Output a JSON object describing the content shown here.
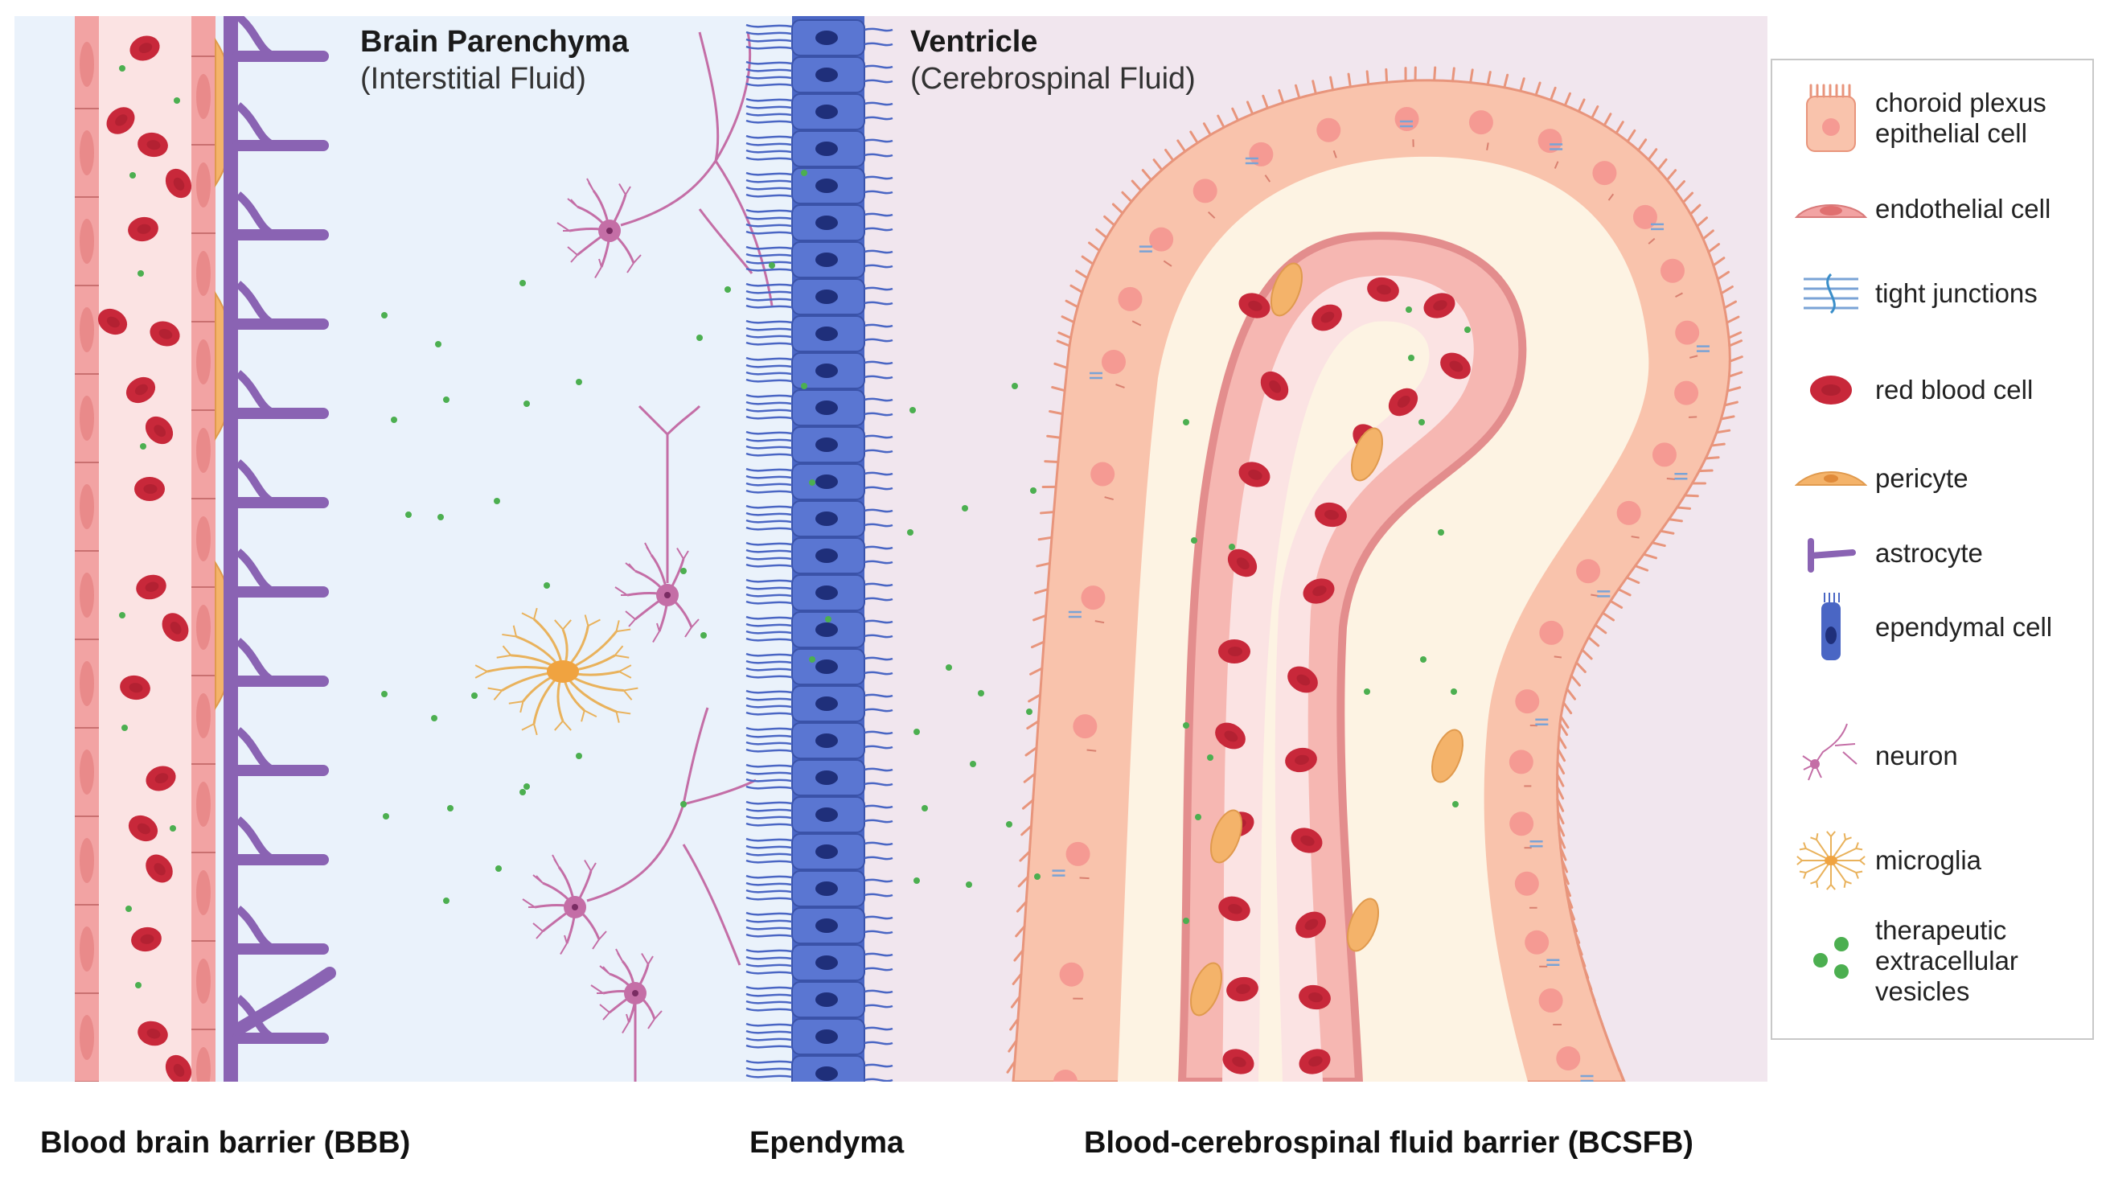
{
  "regions": {
    "parenchyma": {
      "title": "Brain Parenchyma",
      "subtitle": "(Interstitial Fluid)"
    },
    "ventricle": {
      "title": "Ventricle",
      "subtitle": "(Cerebrospinal Fluid)"
    }
  },
  "bottom_labels": {
    "bbb": "Blood brain barrier (BBB)",
    "ependyma": "Ependyma",
    "bcsfb": "Blood-cerebrospinal fluid barrier (BCSFB)"
  },
  "legend": {
    "items": [
      {
        "icon": "choroid-plexus-epithelial-cell-icon",
        "lines": [
          "choroid plexus",
          "epithelial cell"
        ]
      },
      {
        "icon": "endothelial-cell-icon",
        "lines": [
          "endothelial cell"
        ]
      },
      {
        "icon": "tight-junctions-icon",
        "lines": [
          "tight junctions"
        ]
      },
      {
        "icon": "red-blood-cell-icon",
        "lines": [
          "red blood cell"
        ]
      },
      {
        "icon": "pericyte-icon",
        "lines": [
          "pericyte"
        ]
      },
      {
        "icon": "astrocyte-icon",
        "lines": [
          "astrocyte"
        ]
      },
      {
        "icon": "ependymal-cell-icon",
        "lines": [
          "ependymal cell"
        ]
      },
      {
        "icon": "neuron-icon",
        "lines": [
          "neuron"
        ]
      },
      {
        "icon": "microglia-icon",
        "lines": [
          "microglia"
        ]
      },
      {
        "icon": "extracellular-vesicles-icon",
        "lines": [
          "therapeutic",
          "extracellular",
          "vesicles"
        ]
      }
    ]
  },
  "colors": {
    "parenchyma_bg": "#eaf2fb",
    "ventricle_bg": "#f1e6ee",
    "csf_core": "#fdf3e3",
    "endothelium": "#f2a3a3",
    "vessel_lumen": "#fbe3e3",
    "red_blood_cell": "#c8283a",
    "pericyte": "#f4b36a",
    "astrocyte": "#8a63b3",
    "ependymal": "#4a66c4",
    "neuron": "#c46ea6",
    "microglia": "#e9b25c",
    "epithelial": "#f9c3ac",
    "epithelial_nucleus": "#f59a93",
    "vesicle": "#4caf50",
    "tight_junction": "#7aa3d6"
  }
}
